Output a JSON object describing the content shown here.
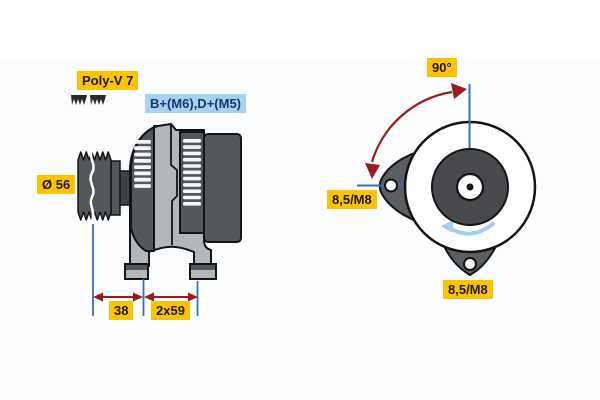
{
  "drawing": {
    "subject": "alternator-technical-drawing",
    "views": [
      "side-view-with-pulley",
      "rear-view-with-mounting-ears"
    ]
  },
  "labels": {
    "belt_type": "Poly-V 7",
    "terminals": "B+(M6),D+(M5)",
    "pulley_diameter": "Ø 56",
    "dim_38": "38",
    "dim_2x59": "2x59",
    "angle_90": "90°",
    "hole_left": "8,5/M8",
    "hole_bottom": "8,5/M8"
  },
  "icons": {
    "belt_profile": "poly-v-belt-cross-section"
  },
  "colors": {
    "label_yellow": "#fcc303",
    "label_blue_bg": "#a8d2f0",
    "label_blue_text": "#17396f",
    "dimension_blue": "#3a6eb5",
    "dimension_red": "#9b1b20",
    "rotation_arrow_blue": "#a6ccee",
    "body_light_gray": "#b3b7ba",
    "body_dark_gray": "#54575b",
    "outline": "#141414"
  }
}
